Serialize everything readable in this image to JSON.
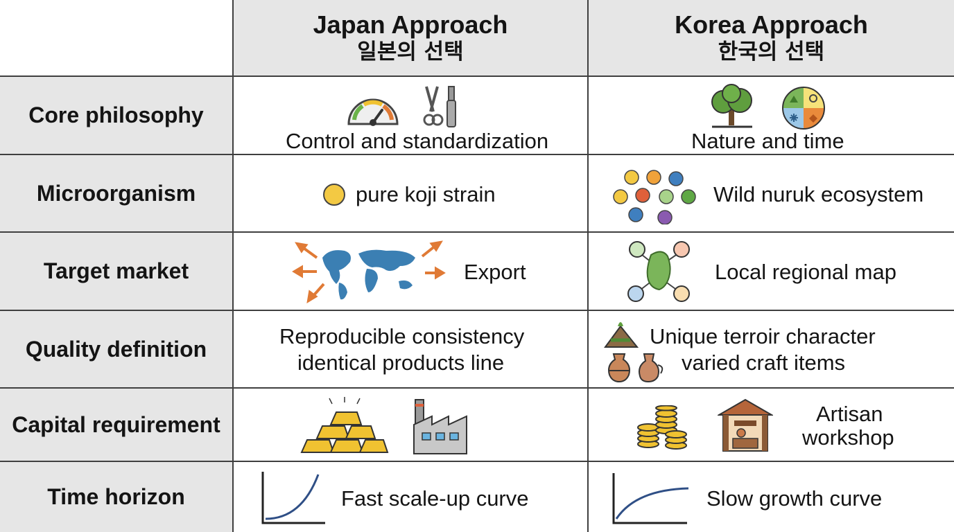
{
  "header": {
    "japan": {
      "title": "Japan Approach",
      "subtitle": "일본의 선택"
    },
    "korea": {
      "title": "Korea Approach",
      "subtitle": "한국의 선택"
    }
  },
  "rows": [
    {
      "label": "Core philosophy",
      "japan": {
        "text": "Control and standardization",
        "icons": [
          "gauge-icon",
          "tools-icon"
        ]
      },
      "korea": {
        "text": "Nature and time",
        "icons": [
          "tree-icon",
          "seasons-icon"
        ]
      }
    },
    {
      "label": "Microorganism",
      "japan": {
        "text": "pure koji strain",
        "icons": [
          "single-culture-dot-icon"
        ]
      },
      "korea": {
        "text": "Wild nuruk ecosystem",
        "icons": [
          "mixed-culture-dots-icon"
        ]
      }
    },
    {
      "label": "Target market",
      "japan": {
        "text": "Export",
        "icons": [
          "world-map-arrows-icon"
        ]
      },
      "korea": {
        "text": "Local regional map",
        "icons": [
          "regional-network-map-icon"
        ]
      }
    },
    {
      "label": "Quality definition",
      "japan": {
        "lines": [
          "Reproducible consistency",
          "identical products line"
        ]
      },
      "korea": {
        "lines": [
          "Unique terroir character",
          "varied craft items"
        ],
        "icons": [
          "terroir-icon",
          "pottery-icon"
        ]
      }
    },
    {
      "label": "Capital requirement",
      "japan": {
        "icons": [
          "gold-bars-icon",
          "factory-icon"
        ]
      },
      "korea": {
        "lines": [
          "Artisan",
          "workshop"
        ],
        "icons": [
          "coin-stacks-icon",
          "workshop-icon"
        ]
      }
    },
    {
      "label": "Time horizon",
      "japan": {
        "text": "Fast scale-up curve",
        "icons": [
          "exponential-curve-icon"
        ]
      },
      "korea": {
        "text": "Slow growth curve",
        "icons": [
          "logarithmic-curve-icon"
        ]
      }
    }
  ],
  "colors": {
    "header_bg": "#e6e6e6",
    "border": "#3f3f3f",
    "line_blue": "#2f4f86",
    "map_blue": "#3b7fb3",
    "arrow_orange": "#e07a35",
    "gold": "#f0c231",
    "green": "#7bb55a"
  }
}
